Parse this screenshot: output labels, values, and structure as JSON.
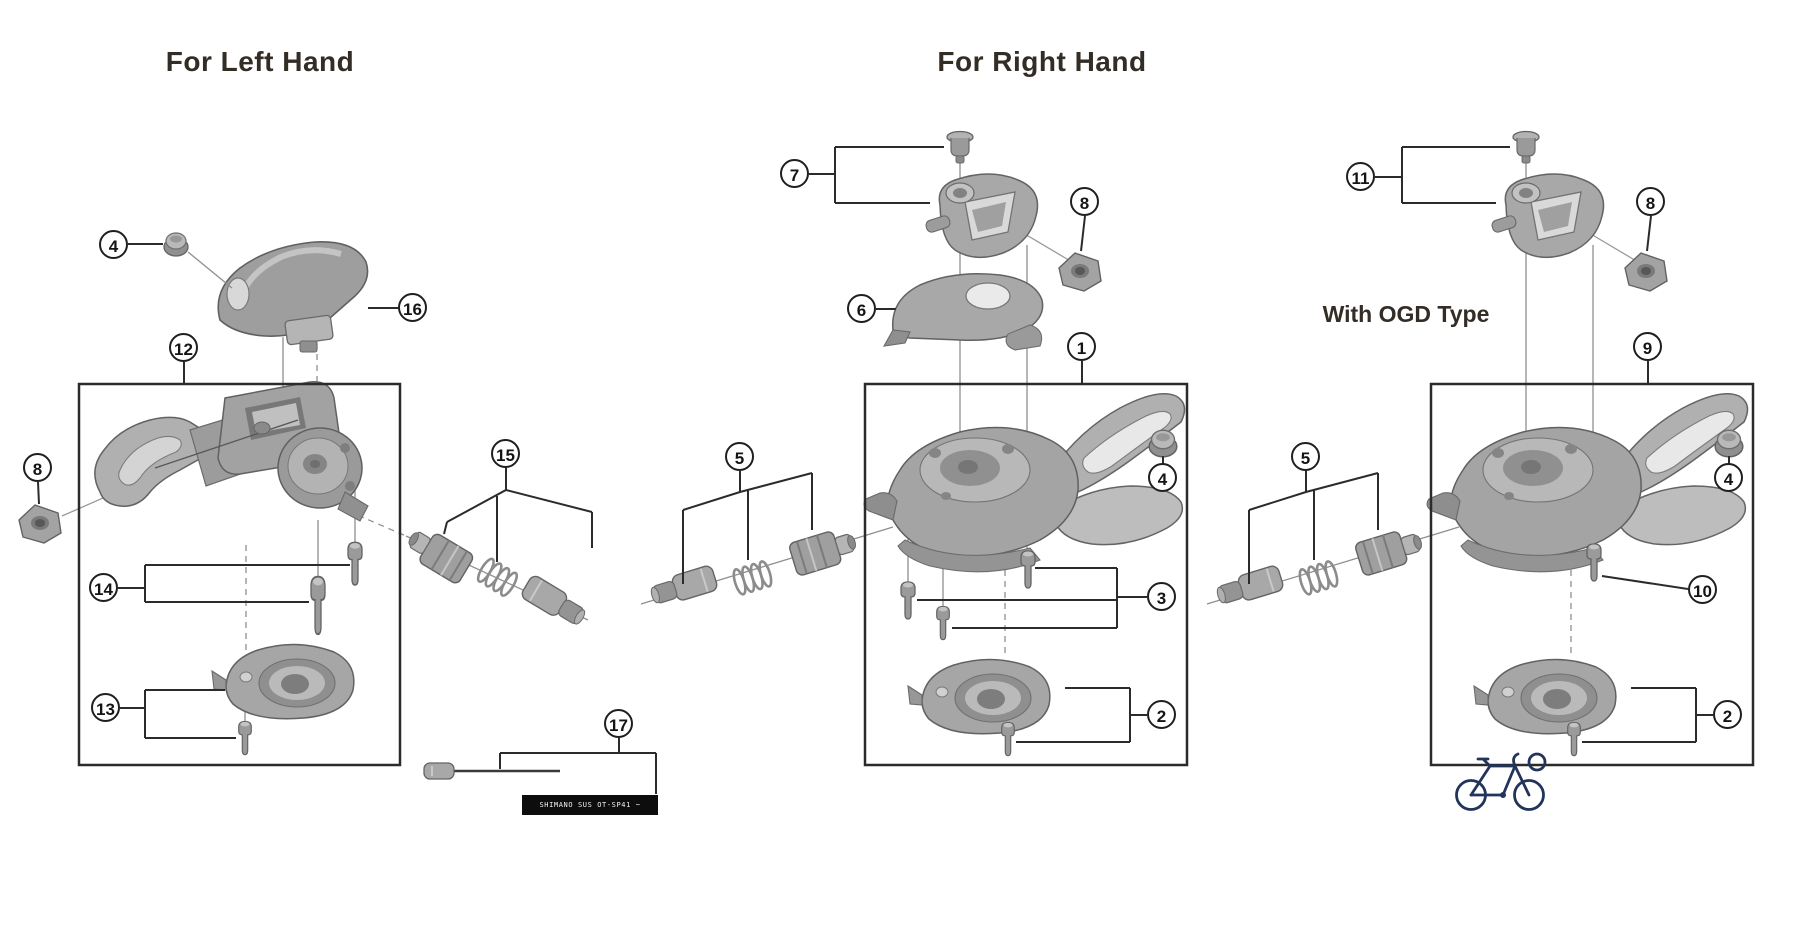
{
  "titles": {
    "left_hand": "For Left Hand",
    "right_hand": "For Right Hand",
    "ogd_type": "With OGD Type"
  },
  "callouts": {
    "left_4": "4",
    "left_16": "16",
    "left_12": "12",
    "left_8": "8",
    "left_14": "14",
    "left_13": "13",
    "left_15": "15",
    "left_17": "17",
    "center_7": "7",
    "center_8": "8",
    "center_6": "6",
    "center_1": "1",
    "center_5": "5",
    "center_3": "3",
    "center_4": "4",
    "center_2": "2",
    "right_11": "11",
    "right_8": "8",
    "right_9": "9",
    "right_5": "5",
    "right_4": "4",
    "right_10": "10",
    "right_2": "2"
  },
  "cable": {
    "label_text": "SHIMANO SUS OT-SP41 ~"
  },
  "colors": {
    "ink": "#332d26",
    "diagram_line": "#2b2b2b",
    "part_gray": "#a6a6a6",
    "logo_navy": "#23345c",
    "cable_label_bg": "#0d0d0d"
  }
}
